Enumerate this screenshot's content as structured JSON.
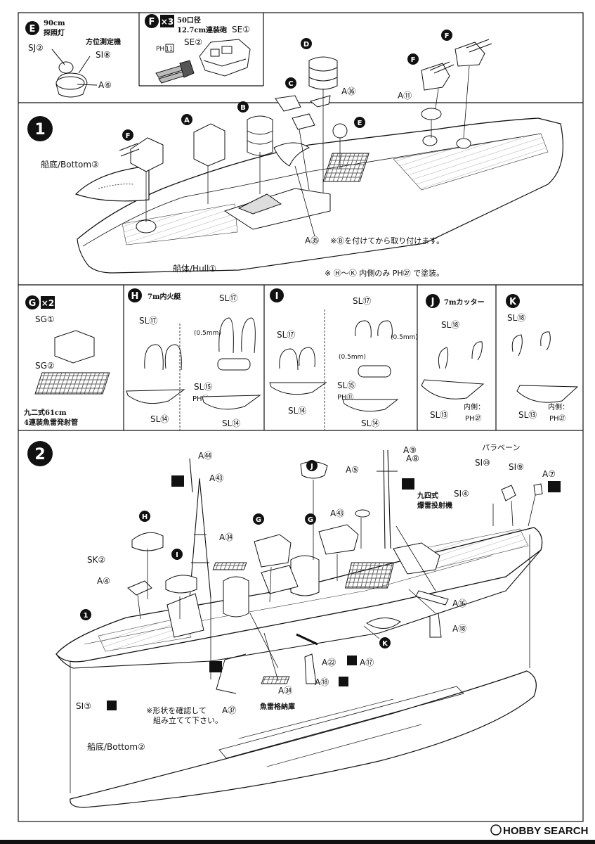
{
  "panel_e": {
    "letter": "E",
    "title_line1": "90cm",
    "title_line2": "探照灯",
    "label_sj": "SJ②",
    "label_si": "SI⑧",
    "label_a": "A⑥",
    "sub_title": "方位測定機"
  },
  "panel_f": {
    "letter": "F",
    "count": "×3",
    "title_line1": "50口径",
    "title_line2": "12.7cm連装砲",
    "label_se1": "SE①",
    "label_se2": "SE②",
    "label_ph": "PH",
    "label_ph_num": "11"
  },
  "step1": {
    "number": "1",
    "bottom_label": "船底/Bottom③",
    "hull_label": "船体/Hull①",
    "a11": "A⑪",
    "a36": "A㊱",
    "a35": "A㉟",
    "callouts": [
      "A",
      "B",
      "C",
      "D",
      "E",
      "F",
      "F",
      "F"
    ],
    "note_attach": "※Ⓑを付けてから取り付けます。",
    "note_paint": "※ Ⓗ～Ⓚ 内側のみ PH㉗ で塗装。"
  },
  "panel_g": {
    "letter": "G",
    "count": "×2",
    "sg1": "SG①",
    "sg2": "SG②",
    "caption_line1": "九二式61cm",
    "caption_line2": "4連装魚雷発射管"
  },
  "panel_h": {
    "letter": "H",
    "title": "7m内火艇",
    "sl17a": "SL⑰",
    "sl17b": "SL⑰",
    "sl14a": "SL⑭",
    "sl14b": "SL⑭",
    "sl15": "SL⑮",
    "ph11": "PH⑪",
    "mm": "(0.5mm)"
  },
  "panel_i": {
    "letter": "I",
    "sl17a": "SL⑰",
    "sl17b": "SL⑰",
    "sl14": "SL⑭",
    "sl14b": "SL⑭",
    "sl15": "SL⑮",
    "ph11": "PH⑪",
    "mm_a": "(0.5mm)",
    "mm_b": "(0.5mm)"
  },
  "panel_j": {
    "letter": "J",
    "title": "7mカッター",
    "sl18": "SL⑱",
    "sl13": "SL⑬",
    "inner_line1": "内側：",
    "inner_line2": "PH㉗"
  },
  "panel_k": {
    "letter": "K",
    "sl18": "SL⑱",
    "sl13": "SL⑬",
    "inner_line1": "内側：",
    "inner_line2": "PH㉗"
  },
  "step2": {
    "number": "2",
    "a44": "A㊹",
    "a43": "A㊸",
    "a34a": "A㉞",
    "a34b": "A㉞",
    "a9": "A⑨",
    "a8": "A⑧",
    "a5": "A⑤",
    "a53": "A㊸",
    "a4": "A④",
    "a7": "A⑦",
    "a16": "A⑯",
    "a18": "A⑱",
    "a22": "A㉒",
    "a17": "A⑰",
    "a18b": "A⑱",
    "a37": "A㊲",
    "sk2": "SK②",
    "si3": "SI③",
    "si10": "SI⑩",
    "si9": "SI⑨",
    "si4": "SI④",
    "paravane": "パラベーン",
    "dc_line1": "九四式",
    "dc_line2": "爆雷投射機",
    "torpedo_store": "魚雷格納庫",
    "note_line1": "※形状を確認して",
    "note_line2": "組み立てて下さい。",
    "bottom_label": "船底/Bottom②",
    "callouts": [
      "H",
      "I",
      "G",
      "G",
      "J",
      "K",
      "1"
    ]
  },
  "watermark": {
    "text": "HOBBY SEARCH"
  }
}
